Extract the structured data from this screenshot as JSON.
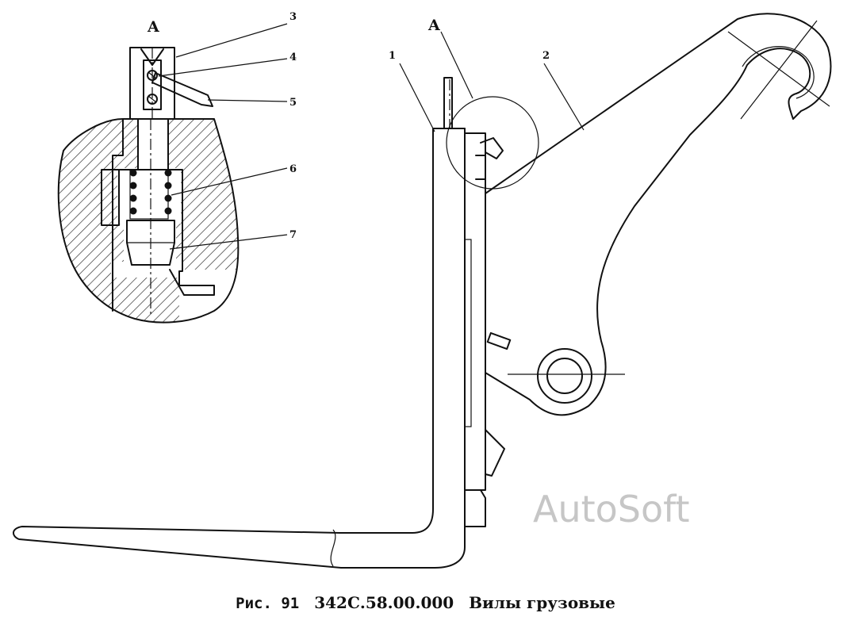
{
  "watermark": "AutoSoft",
  "view_marks": {
    "detail_title": "A",
    "main_marker": "A"
  },
  "callouts": [
    "1",
    "2",
    "3",
    "4",
    "5",
    "6",
    "7"
  ],
  "caption": {
    "figure_label": "Рис. 91",
    "code": "342С.58.00.000",
    "title": "Вилы грузовые"
  }
}
